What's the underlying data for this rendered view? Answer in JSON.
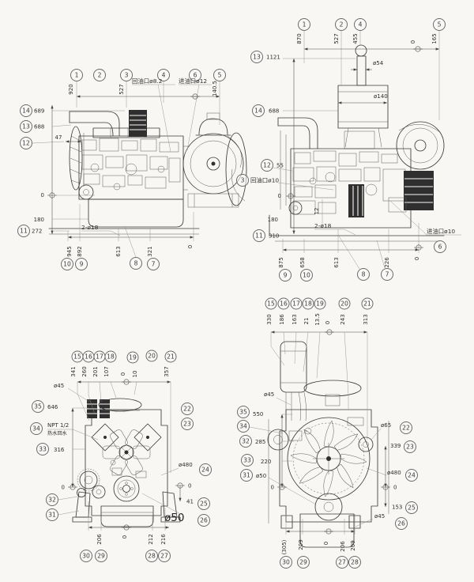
{
  "sheet": {
    "bg": "#f8f7f3",
    "line_color": "#3b3b3b",
    "dark_fill": "#2f2f2f"
  },
  "tl": {
    "balloons_top": [
      "1",
      "2",
      "3",
      "4",
      "6",
      "5"
    ],
    "dim_920": "920",
    "dim_527": "527",
    "dim_140_5": "140.5",
    "return_port": "回油口ø8.2",
    "inlet_port": "进油口ø12",
    "b14": "14",
    "d14": "689",
    "b13": "13",
    "d13": "688",
    "b12": "12",
    "d12": "47",
    "zero": "0",
    "d180": "180",
    "b11": "11",
    "d11": "272",
    "note": "2-ø18",
    "dims_bottom": [
      "945",
      "892",
      "613",
      "321",
      "0"
    ],
    "balloons_bottom": [
      "10",
      "9",
      "8",
      "7"
    ]
  },
  "tr": {
    "balloons_top": [
      "1",
      "2",
      "4",
      "5"
    ],
    "dims_top": [
      "870",
      "527",
      "455",
      "0",
      "165"
    ],
    "b13": "13",
    "d13": "1121",
    "d54": "ø54",
    "d140": "ø140",
    "b14": "14",
    "d14": "688",
    "b12": "12",
    "d12": "55",
    "b3": "3",
    "return_port": "回油口ø10",
    "zero": "0",
    "d180": "180",
    "b11": "11",
    "d11": "310",
    "off12": "12",
    "note": "2-ø18",
    "inlet_port": "进油口ø10",
    "b6": "6",
    "dims_bottom": [
      "875",
      "658",
      "613",
      "226",
      "0"
    ],
    "balloons_bottom": [
      "9",
      "10",
      "8",
      "7"
    ]
  },
  "bl": {
    "balloons_top": [
      "15",
      "16",
      "17",
      "18",
      "19",
      "20",
      "21"
    ],
    "dims_top": [
      "341",
      "260",
      "201",
      "107",
      "0",
      "10",
      "357"
    ],
    "d45": "ø45",
    "b35": "35",
    "d35": "646",
    "b34": "34",
    "npt1": "NPT 1/2",
    "npt2": "热水回水",
    "b33": "33",
    "d33": "316",
    "zl": "0",
    "zr": "0",
    "b22": "22",
    "b23": "23",
    "d480": "ø480",
    "b24": "24",
    "d41": "41",
    "b25": "25",
    "d50": "ø50",
    "b26": "26",
    "b32": "32",
    "b31": "31",
    "dims_bottom": [
      "206",
      "0",
      "212",
      "216"
    ],
    "balloons_bottom": [
      "30",
      "29",
      "28",
      "27"
    ]
  },
  "br": {
    "balloons_top": [
      "15",
      "16",
      "17",
      "18",
      "19",
      "20",
      "21"
    ],
    "dims_top": [
      "330",
      "186",
      "163",
      "21",
      "13.5",
      "0",
      "243",
      "313"
    ],
    "d45": "ø45",
    "b35": "35",
    "d35": "550",
    "b34": "34",
    "b32": "32",
    "d32": "285",
    "b33": "33",
    "d33": "220",
    "b31": "31",
    "d31": "ø50",
    "zl": "0",
    "zr": "0",
    "d65": "ø65",
    "b22": "22",
    "d339": "339",
    "b23": "23",
    "d480": "ø480",
    "b24": "24",
    "d153": "153",
    "b25": "25",
    "d45b": "ø45",
    "b26": "26",
    "dims_bottom": [
      "(305)",
      "209",
      "0",
      "206",
      "209"
    ],
    "balloons_bottom": [
      "30",
      "29",
      "27",
      "28"
    ]
  }
}
